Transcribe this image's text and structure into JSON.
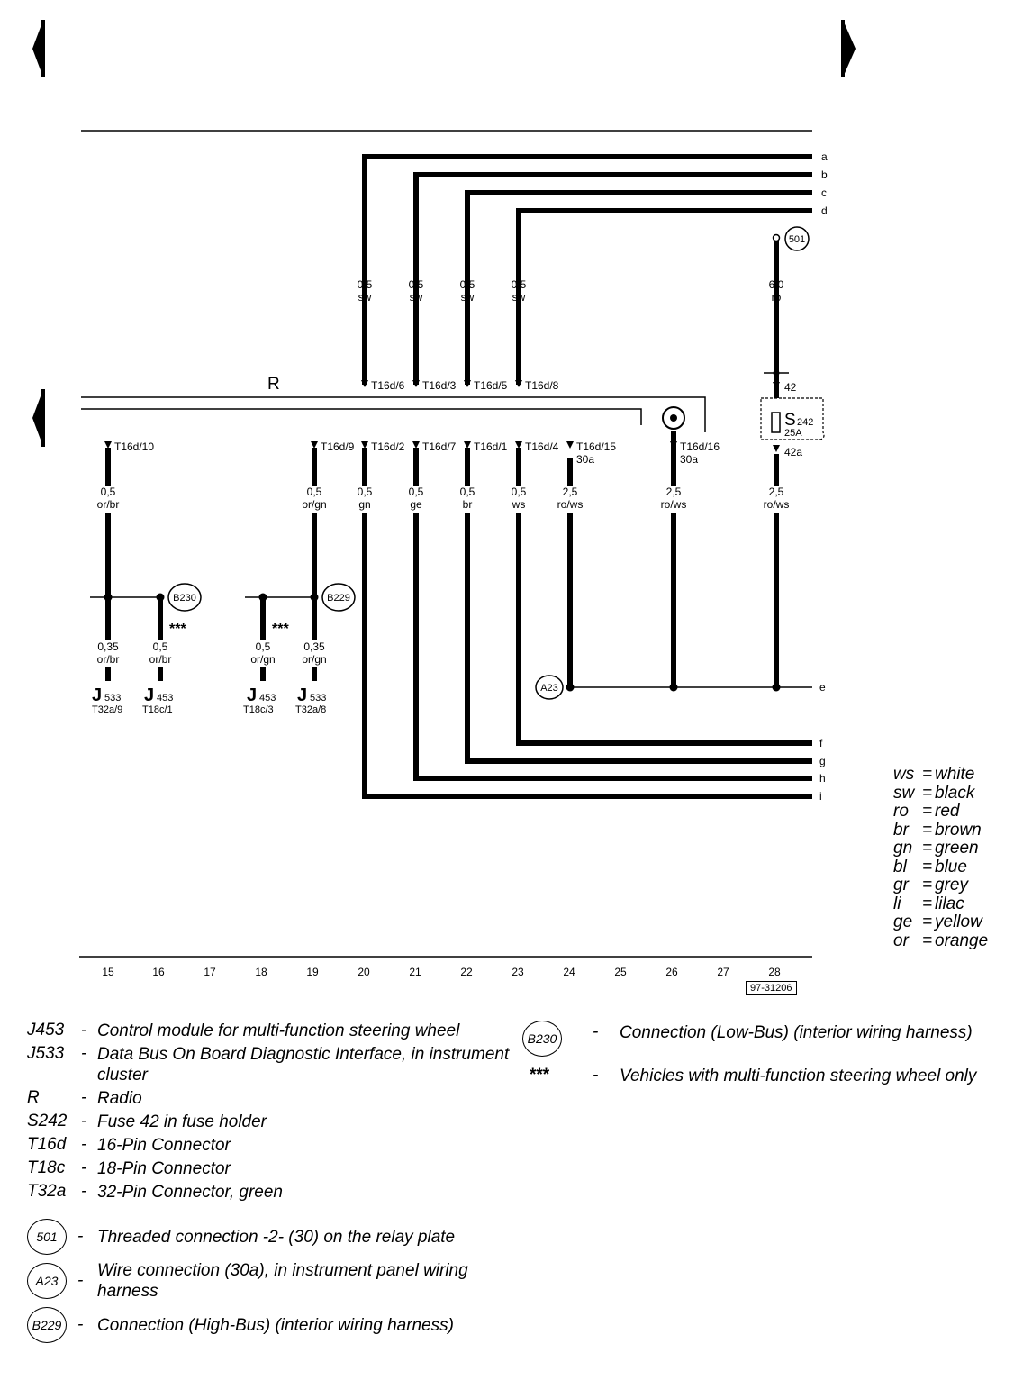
{
  "nav": {
    "prev": "previous-page",
    "next": "next-page"
  },
  "radio_label": "R",
  "bus_letters": [
    "a",
    "b",
    "c",
    "d"
  ],
  "right_letters": {
    "e": "e",
    "f": "f",
    "g": "g",
    "h": "h",
    "i": "i"
  },
  "top_wires": [
    {
      "spec": "0,5",
      "color": "sw",
      "pin": "T16d/6"
    },
    {
      "spec": "0,5",
      "color": "sw",
      "pin": "T16d/3"
    },
    {
      "spec": "0,5",
      "color": "sw",
      "pin": "T16d/5"
    },
    {
      "spec": "0,5",
      "color": "sw",
      "pin": "T16d/8"
    }
  ],
  "fuse_wire": {
    "badge": "501",
    "spec": "6,0",
    "color": "ro",
    "pin_top": "42",
    "fuse": "S",
    "fuse_sub": "242",
    "amp": "25A",
    "pin_bottom": "42a",
    "spec2": "2,5",
    "color2": "ro/ws"
  },
  "lower_pins": [
    {
      "pin": "T16d/10",
      "spec": "0,5",
      "color": "or/br"
    },
    {
      "pin": "T16d/9",
      "spec": "0,5",
      "color": "or/gn"
    },
    {
      "pin": "T16d/2",
      "spec": "0,5",
      "color": "gn"
    },
    {
      "pin": "T16d/7",
      "spec": "0,5",
      "color": "ge"
    },
    {
      "pin": "T16d/1",
      "spec": "0,5",
      "color": "br"
    },
    {
      "pin": "T16d/4",
      "spec": "0,5",
      "color": "ws"
    },
    {
      "pin": "T16d/15",
      "sub": "30a",
      "spec": "2,5",
      "color": "ro/ws"
    },
    {
      "pin": "T16d/16",
      "sub": "30a",
      "spec": "2,5",
      "color": "ro/ws"
    }
  ],
  "splices": {
    "b230": "B230",
    "b229": "B229",
    "a23": "A23",
    "stars": "***"
  },
  "branches": [
    {
      "spec": "0,35",
      "color": "or/br",
      "comp": "J",
      "sub": "533",
      "pin": "T32a/9"
    },
    {
      "spec": "0,5",
      "color": "or/br",
      "comp": "J",
      "sub": "453",
      "pin": "T18c/1"
    },
    {
      "spec": "0,5",
      "color": "or/gn",
      "comp": "J",
      "sub": "453",
      "pin": "T18c/3"
    },
    {
      "spec": "0,35",
      "color": "or/gn",
      "comp": "J",
      "sub": "533",
      "pin": "T32a/8"
    }
  ],
  "grid": [
    "15",
    "16",
    "17",
    "18",
    "19",
    "20",
    "21",
    "22",
    "23",
    "24",
    "25",
    "26",
    "27",
    "28"
  ],
  "doc_ref": "97-31206",
  "color_legend": [
    {
      "code": "ws",
      "name": "white"
    },
    {
      "code": "sw",
      "name": "black"
    },
    {
      "code": "ro",
      "name": "red"
    },
    {
      "code": "br",
      "name": "brown"
    },
    {
      "code": "gn",
      "name": "green"
    },
    {
      "code": "bl",
      "name": "blue"
    },
    {
      "code": "gr",
      "name": "grey"
    },
    {
      "code": "li",
      "name": "lilac"
    },
    {
      "code": "ge",
      "name": "yellow"
    },
    {
      "code": "or",
      "name": "orange"
    }
  ],
  "legend": [
    {
      "code": "J453",
      "text": "Control module for multi-function steering wheel"
    },
    {
      "code": "J533",
      "text": "Data Bus On Board Diagnostic Interface, in instrument cluster"
    },
    {
      "code": "R",
      "text": "Radio"
    },
    {
      "code": "S242",
      "text": "Fuse 42 in fuse holder"
    },
    {
      "code": "T16d",
      "text": "16-Pin Connector"
    },
    {
      "code": "T18c",
      "text": "18-Pin Connector"
    },
    {
      "code": "T32a",
      "text": "32-Pin Connector, green"
    }
  ],
  "legend_badges": [
    {
      "code": "501",
      "text": "Threaded connection -2- (30) on the relay plate"
    },
    {
      "code": "A23",
      "text": "Wire connection (30a), in instrument panel wiring harness"
    },
    {
      "code": "B229",
      "text": "Connection (High-Bus) (interior wiring harness)"
    }
  ],
  "legend_right": [
    {
      "code": "B230",
      "text": "Connection (Low-Bus) (interior wiring harness)"
    },
    {
      "code": "***",
      "text": "Vehicles with multi-function steering wheel only"
    }
  ],
  "dash": "-"
}
